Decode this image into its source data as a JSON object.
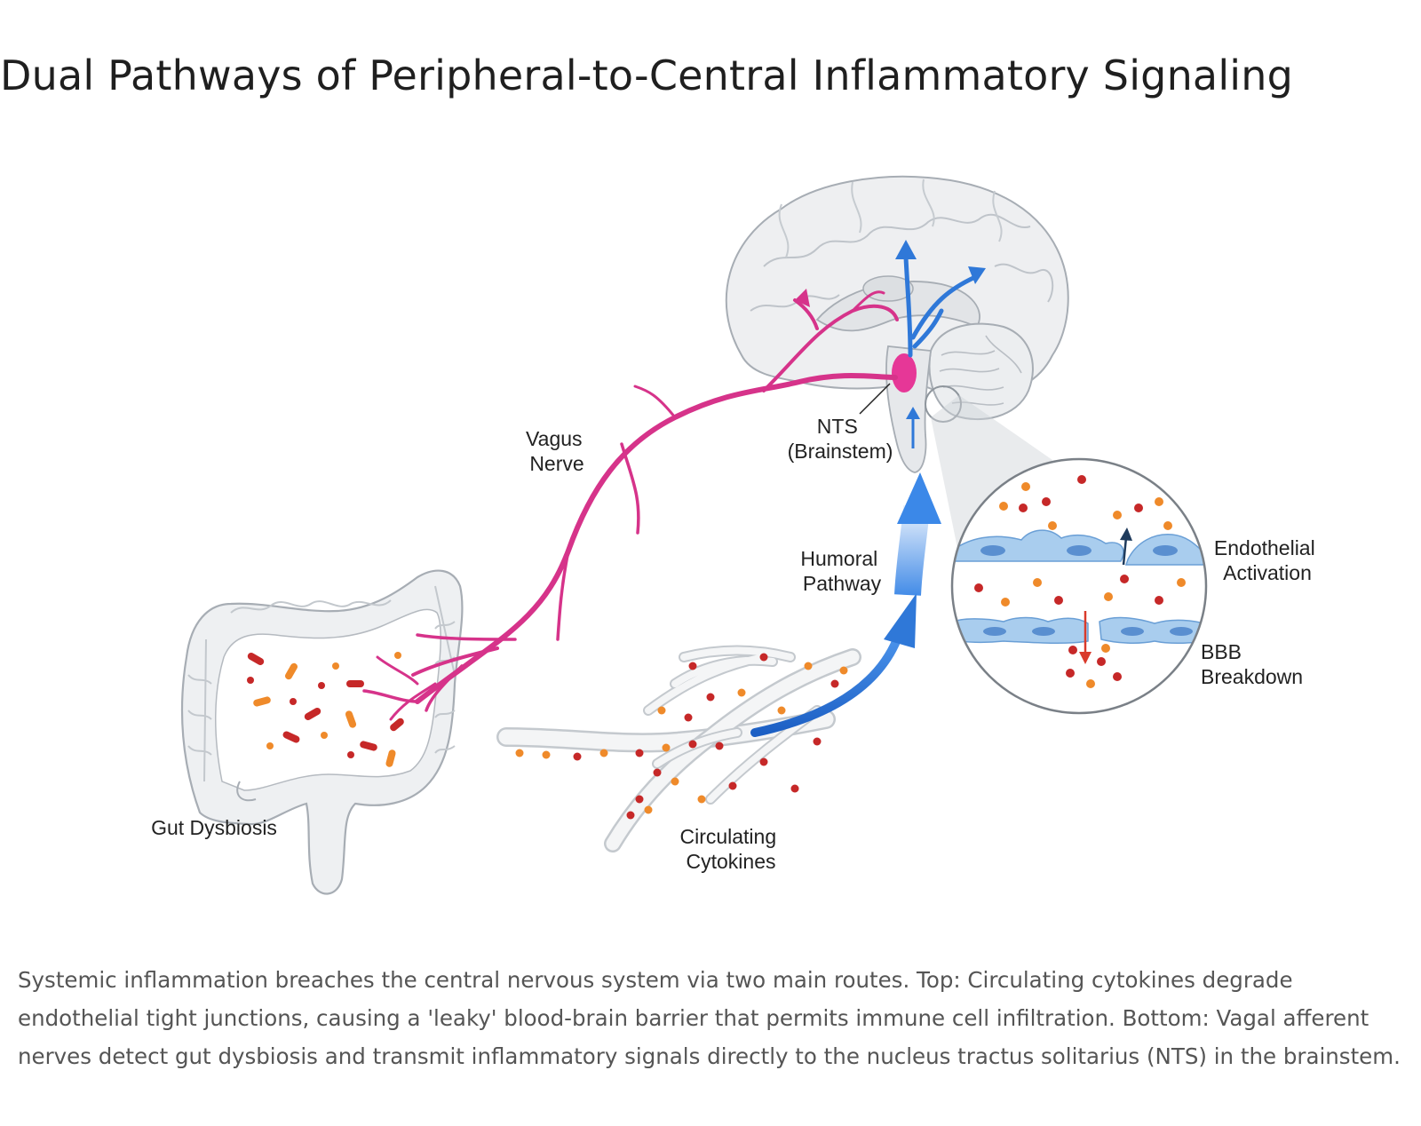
{
  "title": "Dual Pathways of Peripheral-to-Central Inflammatory Signaling",
  "labels": {
    "vagus_nerve": [
      "Vagus",
      "Nerve"
    ],
    "nts": [
      "NTS",
      "(Brainstem)"
    ],
    "humoral_pathway": [
      "Humoral",
      "Pathway"
    ],
    "gut_dysbiosis": "Gut Dysbiosis",
    "circulating_cytokines": [
      "Circulating",
      "Cytokines"
    ],
    "endothelial_activation": [
      "Endothelial",
      "Activation"
    ],
    "bbb_breakdown": [
      "BBB",
      "Breakdown"
    ]
  },
  "caption": "Systemic inflammation breaches the central nervous system via two main routes. Top: Circulating cytokines degrade endothelial tight junctions, causing a 'leaky' blood-brain barrier that permits immune cell infiltration. Bottom: Vagal afferent nerves detect gut dysbiosis and transmit inflammatory signals directly to the nucleus tractus solitarius (NTS) in the brainstem.",
  "colors": {
    "vagus": "#d6338a",
    "humoral": "#2f78d8",
    "cytokine_red": "#c62828",
    "cytokine_orange": "#ef8a2a",
    "endothelial": "#a9cdee",
    "organ_outline": "#a7adb4"
  },
  "icons": [
    "brain-icon",
    "colon-icon",
    "blood-vessel-icon",
    "magnifier-inset-icon"
  ]
}
